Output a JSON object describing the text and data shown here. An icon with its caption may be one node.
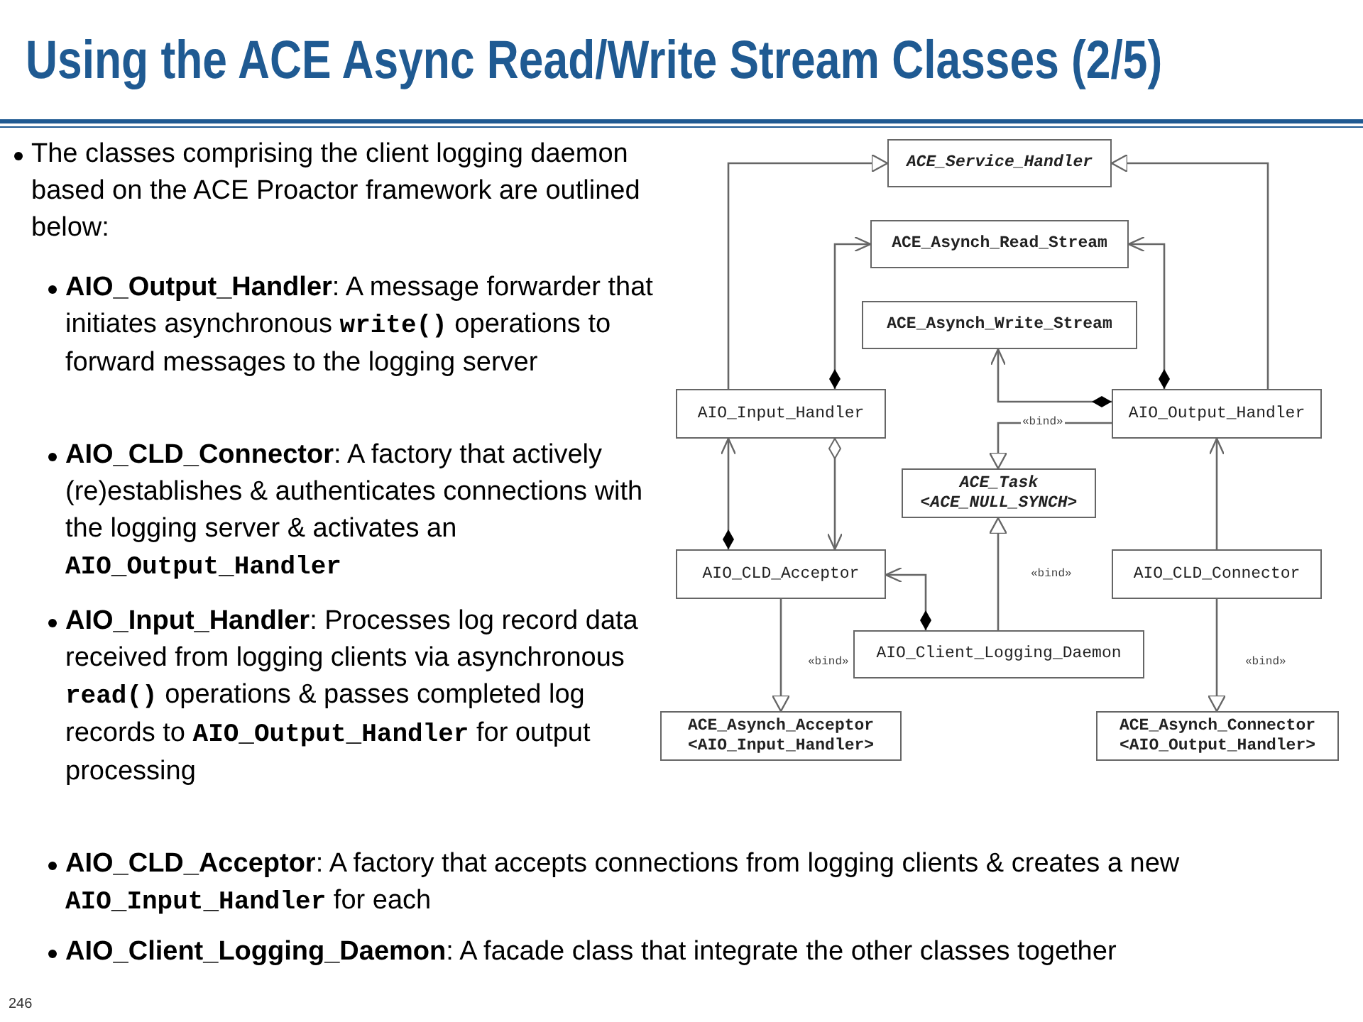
{
  "diagram": {
    "title": "Using the ACE Async Read/Write Stream Classes (2/5)",
    "nodes": [
      {
        "text": [
          "ACE_Service_Handler"
        ]
      },
      {
        "text": [
          "ACE_Asynch_Read_Stream"
        ]
      },
      {
        "text": [
          "ACE_Asynch_Write_Stream"
        ]
      },
      {
        "text": [
          "AIO_Input_Handler"
        ]
      },
      {
        "text": [
          "AIO_Output_Handler"
        ]
      },
      {
        "text": [
          "ACE_Task",
          "<ACE_NULL_SYNCH>"
        ]
      },
      {
        "text": [
          "AIO_CLD_Acceptor"
        ]
      },
      {
        "text": [
          "AIO_CLD_Connector"
        ]
      },
      {
        "text": [
          "AIO_Client_Logging_Daemon"
        ]
      },
      {
        "text": [
          "ACE_Asynch_Acceptor",
          "<AIO_Input_Handler>"
        ]
      },
      {
        "text": [
          "ACE_Asynch_Connector",
          "<AIO_Output_Handler>"
        ]
      }
    ],
    "edges": [
      {
        "from": 3,
        "to": 0,
        "arrow": "to"
      },
      {
        "from": 4,
        "to": 0,
        "arrow": "to"
      },
      {
        "from": 3,
        "to": 1,
        "arrow": "to"
      },
      {
        "from": 4,
        "to": 1,
        "arrow": "to"
      },
      {
        "from": 4,
        "to": 2,
        "arrow": "to"
      },
      {
        "from": 4,
        "to": 5,
        "arrow": "to",
        "label": "«bind»"
      },
      {
        "from": 6,
        "to": 3,
        "arrow": "to"
      },
      {
        "from": 3,
        "to": 6,
        "arrow": "to"
      },
      {
        "from": 7,
        "to": 4,
        "arrow": "to"
      },
      {
        "from": 8,
        "to": 6,
        "arrow": "to"
      },
      {
        "from": 8,
        "to": 5,
        "arrow": "to",
        "label": "«bind»"
      },
      {
        "from": 6,
        "to": 9,
        "arrow": "to",
        "label": "«bind»"
      },
      {
        "from": 7,
        "to": 10,
        "arrow": "to",
        "label": "«bind»"
      }
    ],
    "labels": [
      "The classes comprising the client logging daemon based on the ACE Proactor framework are outlined below:",
      "**AIO_Output_Handler**: A message forwarder that initiates asynchronous **write()** operations to forward messages to the logging server",
      "**AIO_CLD_Connector**: A factory that actively (re)establishes & authenticates connections with the logging server & activates an **AIO_Output_Handler**",
      "**AIO_Input_Handler**: Processes log record data received from logging clients via asynchronous **read()** operations & passes completed log records to **AIO_Output_Handler** for output processing",
      "**AIO_CLD_Acceptor**: A factory that accepts connections from logging clients & creates a new **AIO_Input_Handler** for each",
      "**AIO_Client_Logging_Daemon**: A facade class that integrate the other classes together",
      "246"
    ]
  }
}
